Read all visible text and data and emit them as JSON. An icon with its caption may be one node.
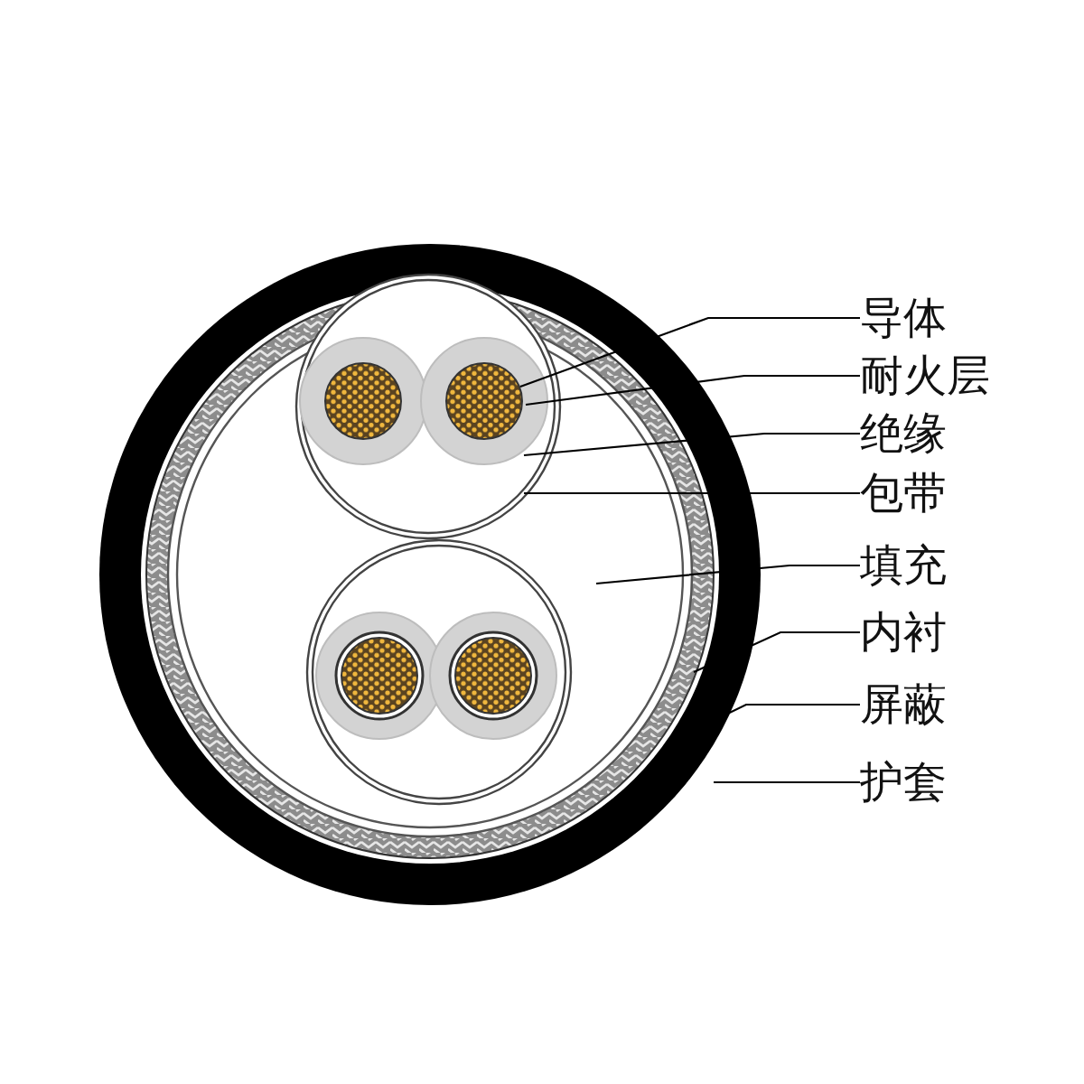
{
  "diagram": {
    "nodes": [
      {
        "text": [
          "导体"
        ]
      },
      {
        "text": [
          "耐火层"
        ]
      },
      {
        "text": [
          "绝缘"
        ]
      },
      {
        "text": [
          "包带"
        ]
      },
      {
        "text": [
          "填充"
        ]
      },
      {
        "text": [
          "内衬"
        ]
      },
      {
        "text": [
          "屏蔽"
        ]
      },
      {
        "text": [
          "护套"
        ]
      }
    ],
    "edges": [
      {
        "from": 0,
        "to": null,
        "arrow": "none"
      },
      {
        "from": 1,
        "to": null,
        "arrow": "none"
      },
      {
        "from": 2,
        "to": null,
        "arrow": "none"
      },
      {
        "from": 3,
        "to": null,
        "arrow": "none"
      },
      {
        "from": 4,
        "to": null,
        "arrow": "none"
      },
      {
        "from": 5,
        "to": null,
        "arrow": "none"
      },
      {
        "from": 6,
        "to": null,
        "arrow": "none"
      },
      {
        "from": 7,
        "to": null,
        "arrow": "none"
      }
    ]
  }
}
